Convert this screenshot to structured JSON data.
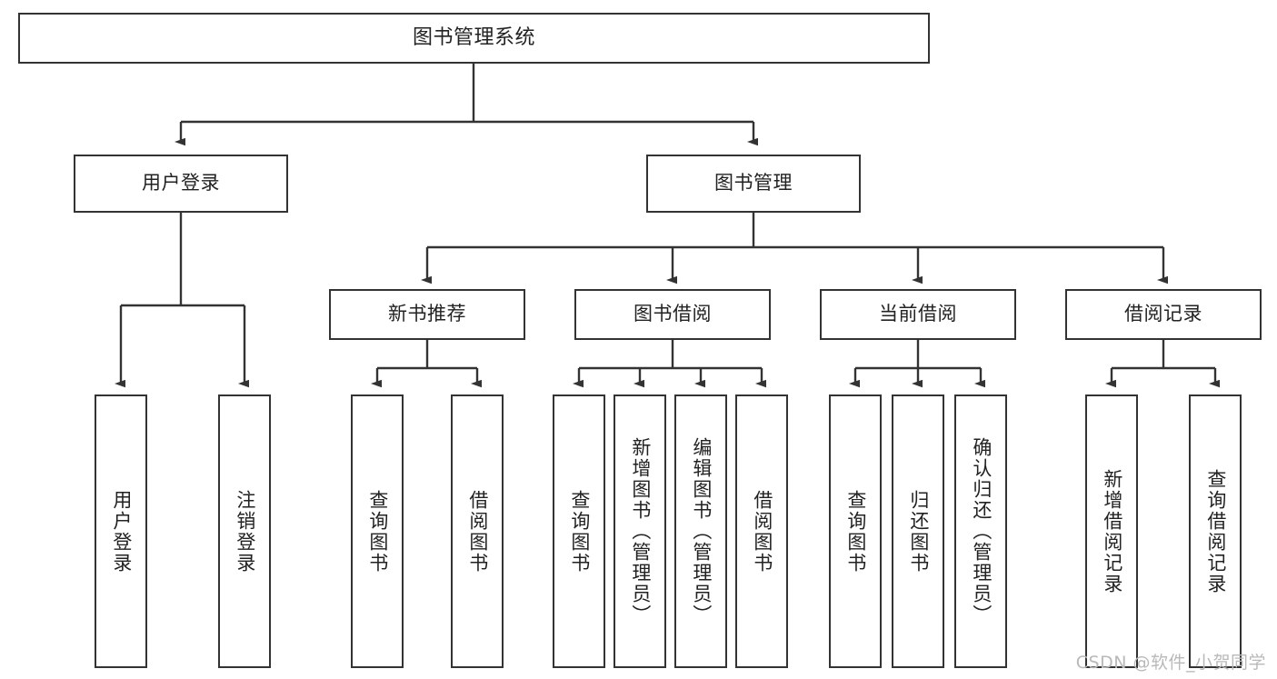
{
  "diagram": {
    "type": "tree",
    "title": "图书管理系统",
    "watermark": "CSDN @软件_小贺同学",
    "colors": {
      "stroke": "#333333",
      "box_fill": "#ffffff",
      "text": "#222222",
      "watermark": "#b9b9b9",
      "background": "#ffffff"
    },
    "nodes": {
      "root": {
        "label": "图书管理系统"
      },
      "level2": [
        {
          "label": "用户登录"
        },
        {
          "label": "图书管理"
        }
      ],
      "level3": [
        {
          "label": "新书推荐"
        },
        {
          "label": "图书借阅"
        },
        {
          "label": "当前借阅"
        },
        {
          "label": "借阅记录"
        }
      ],
      "leaves_user_login": [
        {
          "label": "用户登录"
        },
        {
          "label": "注销登录"
        }
      ],
      "leaves_new_books": [
        {
          "label": "查询图书"
        },
        {
          "label": "借阅图书"
        }
      ],
      "leaves_borrow": [
        {
          "label": "查询图书"
        },
        {
          "label": "新增图书（管理员）"
        },
        {
          "label": "编辑图书（管理员）"
        },
        {
          "label": "借阅图书"
        }
      ],
      "leaves_current": [
        {
          "label": "查询图书"
        },
        {
          "label": "归还图书"
        },
        {
          "label": "确认归还（管理员）"
        }
      ],
      "leaves_records": [
        {
          "label": "新增借阅记录"
        },
        {
          "label": "查询借阅记录"
        }
      ]
    }
  }
}
